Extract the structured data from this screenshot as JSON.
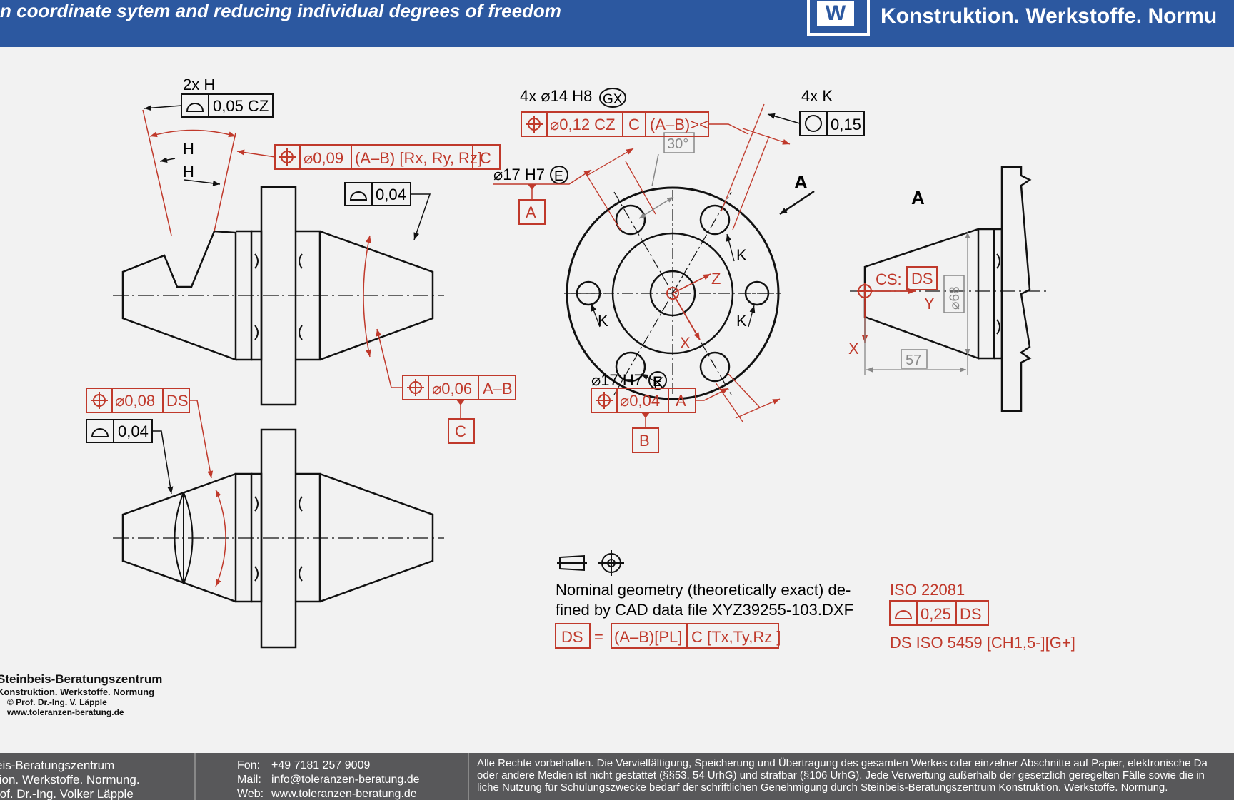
{
  "header": {
    "title": "n coordinate sytem and reducing individual degrees of freedom",
    "logo_letter": "W",
    "brand": "Konstruktion. Werkstoffe. Normu"
  },
  "labels": {
    "two_h": "2x H",
    "h": "H",
    "four_dia": "4x ⌀14 H8",
    "gx": "GX",
    "four_k": "4x K",
    "k": "K",
    "angle": "30°",
    "dia17_top": "⌀17 H7",
    "dia17_bot": "⌀17 H7",
    "e": "E",
    "datum_a": "A",
    "datum_b": "B",
    "datum_c": "C",
    "view_a": "A",
    "x": "X",
    "y": "Y",
    "z": "Z",
    "cs": "CS:",
    "ds": "DS",
    "dim57": "57",
    "dim68": "⌀68"
  },
  "frames": {
    "f1": [
      "0,05 CZ"
    ],
    "f2": [
      "⌀0,09",
      "(A–B) [Rx, Ry, Rz]",
      "C"
    ],
    "f3": [
      "0,04"
    ],
    "f4": [
      "⌀0,06",
      "A–B"
    ],
    "f5": [
      "⌀0,12 CZ",
      "C",
      "(A–B)><"
    ],
    "f6": [
      "0,15"
    ],
    "f7": [
      "⌀0,04",
      "A"
    ],
    "f8": [
      "⌀0,08",
      "DS"
    ],
    "f9": [
      "0,04"
    ],
    "f10": [
      "0,25",
      "DS"
    ],
    "ds_eq": [
      "DS",
      "=",
      "(A–B)[PL]",
      "C [Tx,Ty,Rz ]"
    ]
  },
  "notes": {
    "nominal1": "Nominal geometry (theoretically exact) de-",
    "nominal2": "fined by CAD data file XYZ39255-103.DXF",
    "iso": "ISO 22081",
    "ds_iso": "DS ISO 5459 [CH1,5-][G+]"
  },
  "credit": {
    "l1": "Steinbeis-Beratungszentrum",
    "l2": "Konstruktion. Werkstoffe. Normung",
    "l3": "© Prof. Dr.-Ing. V. Läpple",
    "l4": "www.toleranzen-beratung.de"
  },
  "footer": {
    "c1_l1": "eis-Beratungszentrum",
    "c1_l2": "tion. Werkstoffe. Normung.",
    "c1_l3": "rof. Dr.-Ing. Volker Läpple",
    "fon_label": "Fon:",
    "fon": "+49 7181 257 9009",
    "mail_label": "Mail:",
    "mail": "info@toleranzen-beratung.de",
    "web_label": "Web:",
    "web": "www.toleranzen-beratung.de",
    "rights_l1": "Alle Rechte vorbehalten. Die Vervielfältigung, Speicherung und Übertragung des gesamten Werkes oder einzelner Abschnitte auf Papier, elektronische Da",
    "rights_l2": "oder andere Medien ist nicht gestattet (§§53, 54 UrhG) und strafbar (§106 UrhG). Jede Verwertung außerhalb der gesetzlich geregelten Fälle sowie die in",
    "rights_l3": "liche Nutzung für Schulungszwecke bedarf der schriftlichen Genehmigung durch Steinbeis-Beratungszentrum Konstruktion. Werkstoffe. Normung."
  },
  "colors": {
    "red": "#c0392b",
    "header_blue": "#2c58a0",
    "footer_gray": "#58585a"
  }
}
